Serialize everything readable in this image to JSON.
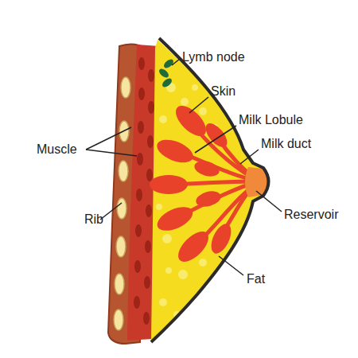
{
  "diagram": {
    "labels": [
      "Lymb node",
      "Skin",
      "Milk Lobule",
      "Milk duct",
      "Muscle",
      "Rib",
      "Reservoir",
      "Fat"
    ]
  }
}
